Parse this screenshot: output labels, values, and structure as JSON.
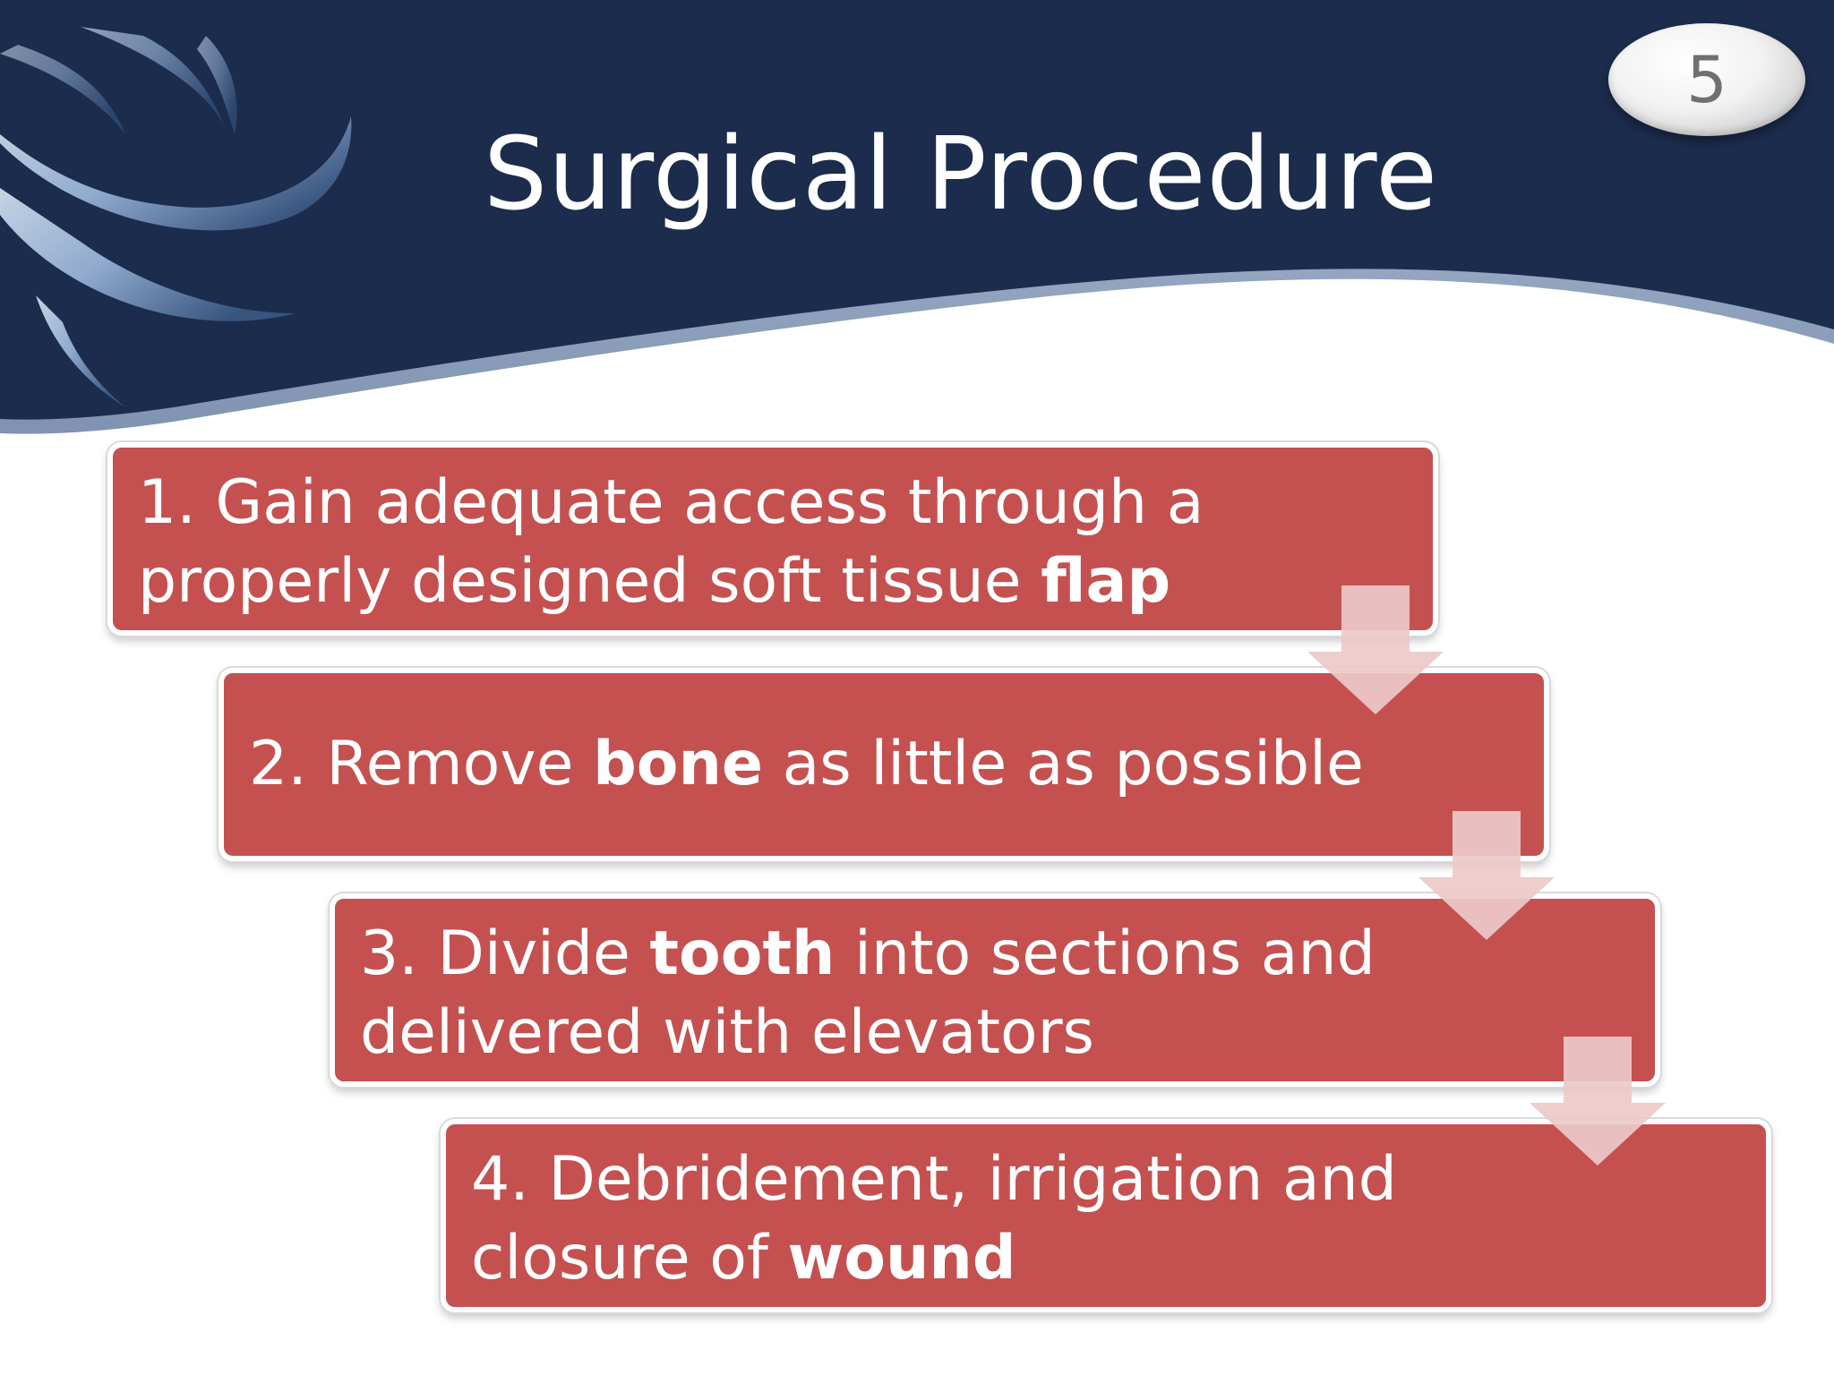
{
  "slide": {
    "title": "Surgical Procedure",
    "page_number": "5"
  },
  "steps": [
    {
      "line1_a": "1. Gain adequate access through a",
      "line2_a": "properly designed soft tissue ",
      "line2_bold": "flap"
    },
    {
      "line1_a": "2. Remove ",
      "line1_bold": "bone",
      "line1_b": " as little as possible"
    },
    {
      "line1_a": "3. Divide ",
      "line1_bold": "tooth",
      "line1_b": " into sections and",
      "line2_a": "delivered with elevators"
    },
    {
      "line1_a": "4. Debridement, irrigation and",
      "line2_a": "closure of ",
      "line2_bold": "wound"
    }
  ],
  "colors": {
    "header_navy": "#1b2c4d",
    "swoosh_blue": "#a7c1e0",
    "step_red": "#c45150",
    "arrow_pink": "#edc9c9"
  }
}
